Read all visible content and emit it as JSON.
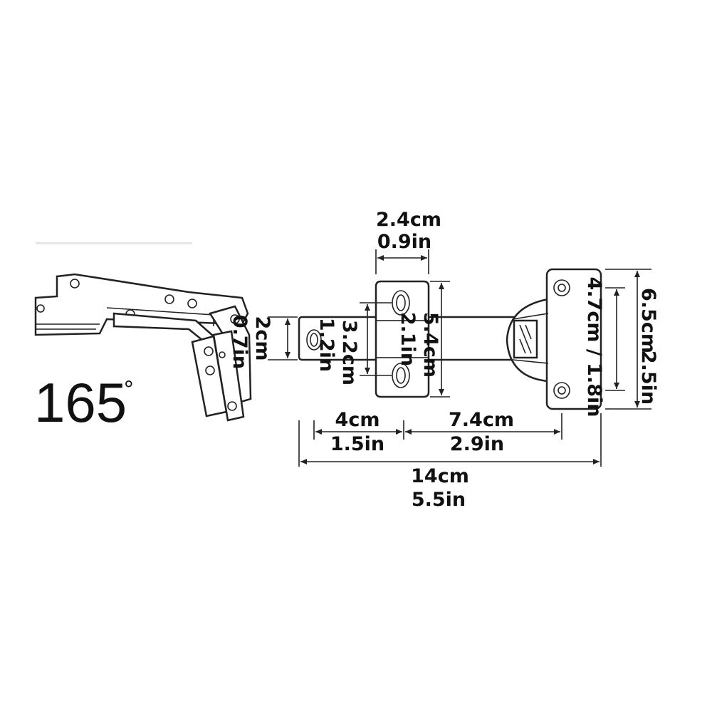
{
  "angle": {
    "value": "165",
    "unit": "°"
  },
  "dimensions": {
    "top_width": {
      "cm": "2.4cm",
      "in": "0.9in"
    },
    "arm_height": {
      "cm": "2cm",
      "in": "0.7in"
    },
    "slot_spacing": {
      "cm": "3.2cm",
      "in": "1.2in"
    },
    "plate_height": {
      "cm": "5.4cm",
      "in": "2.1in"
    },
    "cup_hole_spacing": {
      "cm_in": "4.7cm / 1.8in"
    },
    "cup_plate_height": {
      "cm": "6.5cm",
      "in": "2.5in"
    },
    "left_span": {
      "cm": "4cm",
      "in": "1.5in"
    },
    "right_span": {
      "cm": "7.4cm",
      "in": "2.9in"
    },
    "total_length": {
      "cm": "14cm",
      "in": "5.5in"
    }
  },
  "colors": {
    "line": "#222222",
    "text": "#111111",
    "background": "#ffffff"
  }
}
